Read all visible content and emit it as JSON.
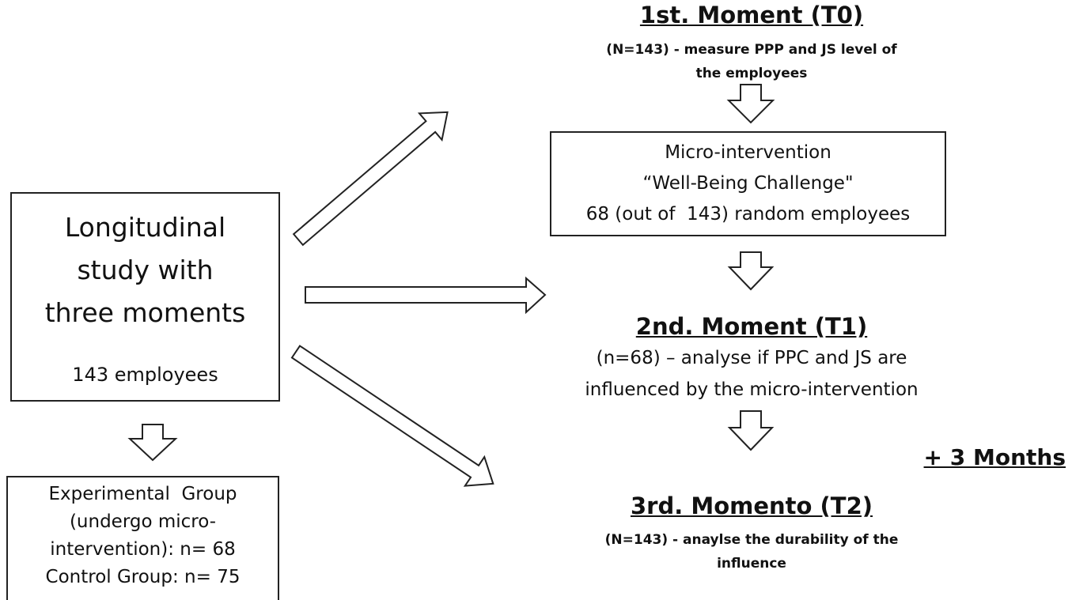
{
  "main_box": {
    "title_lines": [
      "Longitudinal",
      "study with",
      "three moments"
    ],
    "subtitle": "143 employees"
  },
  "groups_box": {
    "lines": [
      "Experimental  Group",
      "(undergo micro-",
      "intervention): n= 68",
      "Control Group: n= 75"
    ]
  },
  "moment_t0": {
    "title": "1st. Moment (T0)",
    "desc_lines": [
      "(N=143) - measure PPP and JS level of",
      "the employees"
    ]
  },
  "intervention_box": {
    "lines": [
      "Micro-intervention",
      "“Well-Being Challenge\"",
      "68 (out of  143) random employees"
    ]
  },
  "moment_t1": {
    "title": "2nd. Moment (T1)",
    "desc_lines": [
      "(n=68) – analyse if PPC and JS are",
      "influenced by the micro-intervention"
    ]
  },
  "months_label": "+ 3 Months",
  "moment_t2": {
    "title": "3rd. Momento (T2)",
    "desc_lines": [
      "(N=143) - anaylse the durability of the",
      "influence"
    ]
  }
}
